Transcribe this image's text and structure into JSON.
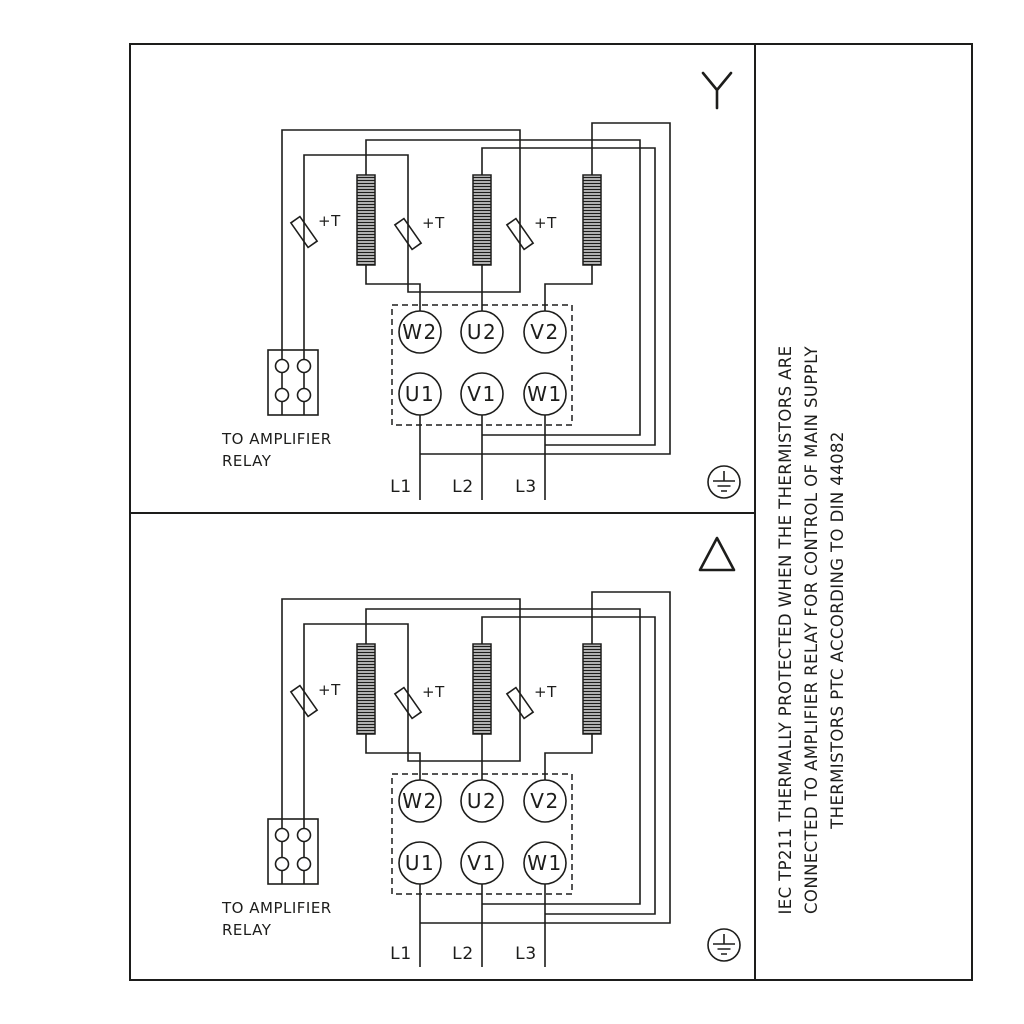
{
  "right_note": {
    "lines": [
      "IEC TP211 THERMALLY PROTECTED WHEN THE THERMISTORS ARE",
      "CONNECTED TO AMPLIFIER RELAY FOR CONTROL OF MAIN SUPPLY",
      "THERMISTORS PTC ACCORDING TO DIN 44082"
    ]
  },
  "panels": [
    {
      "connection_symbol": "star",
      "terminals": {
        "top": [
          "W2",
          "U2",
          "V2"
        ],
        "bottom": [
          "U1",
          "V1",
          "W1"
        ]
      },
      "supply_labels": [
        "L1",
        "L2",
        "L3"
      ],
      "thermistor_label": "+T",
      "relay_note": [
        "TO AMPLIFIER",
        "RELAY"
      ]
    },
    {
      "connection_symbol": "delta",
      "terminals": {
        "top": [
          "W2",
          "U2",
          "V2"
        ],
        "bottom": [
          "U1",
          "V1",
          "W1"
        ]
      },
      "supply_labels": [
        "L1",
        "L2",
        "L3"
      ],
      "thermistor_label": "+T",
      "relay_note": [
        "TO AMPLIFIER",
        "RELAY"
      ]
    }
  ],
  "colors": {
    "line": "#1d1d1b",
    "background": "#ffffff"
  }
}
